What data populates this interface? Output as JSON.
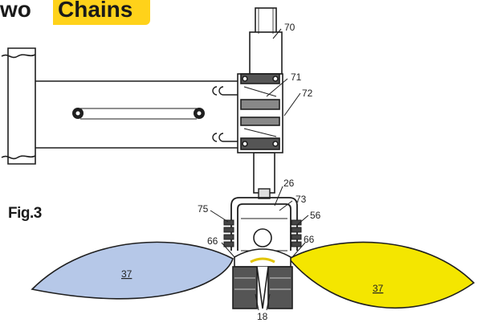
{
  "banner": {
    "word1": "wo",
    "word2": "Chains",
    "highlight": "#ffd21a"
  },
  "figure": {
    "label": "Fig.3"
  },
  "callouts": {
    "r70": "70",
    "r71": "71",
    "r72": "72",
    "r26": "26",
    "r73": "73",
    "r75": "75",
    "r56": "56",
    "r66a": "66",
    "r66b": "66",
    "r37a": "37",
    "r37b": "37",
    "r18": "18"
  },
  "colors": {
    "left_lobe": "#b6c8e8",
    "right_lobe": "#f4e600",
    "ink": "#1f1f1f",
    "bg": "#ffffff"
  }
}
